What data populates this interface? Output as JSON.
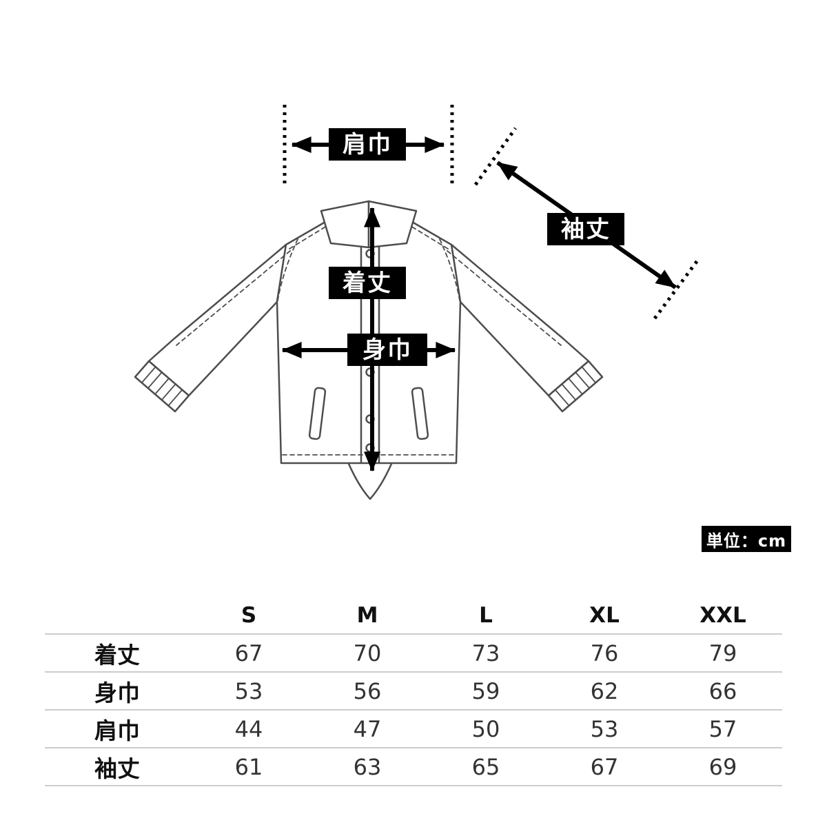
{
  "diagram": {
    "labels": {
      "shoulder_width": "肩巾",
      "sleeve_length": "袖丈",
      "body_length": "着丈",
      "body_width": "身巾"
    },
    "unit_badge": "単位：cm",
    "colors": {
      "label_bg": "#000000",
      "label_text": "#ffffff",
      "outline": "#4d4d4d",
      "arrow": "#000000",
      "table_line": "#cccccc"
    }
  },
  "size_table": {
    "columns": [
      "S",
      "M",
      "L",
      "XL",
      "XXL"
    ],
    "rows": [
      {
        "label": "着丈",
        "values": [
          67,
          70,
          73,
          76,
          79
        ]
      },
      {
        "label": "身巾",
        "values": [
          53,
          56,
          59,
          62,
          66
        ]
      },
      {
        "label": "肩巾",
        "values": [
          44,
          47,
          50,
          53,
          57
        ]
      },
      {
        "label": "袖丈",
        "values": [
          61,
          63,
          65,
          67,
          69
        ]
      }
    ]
  }
}
